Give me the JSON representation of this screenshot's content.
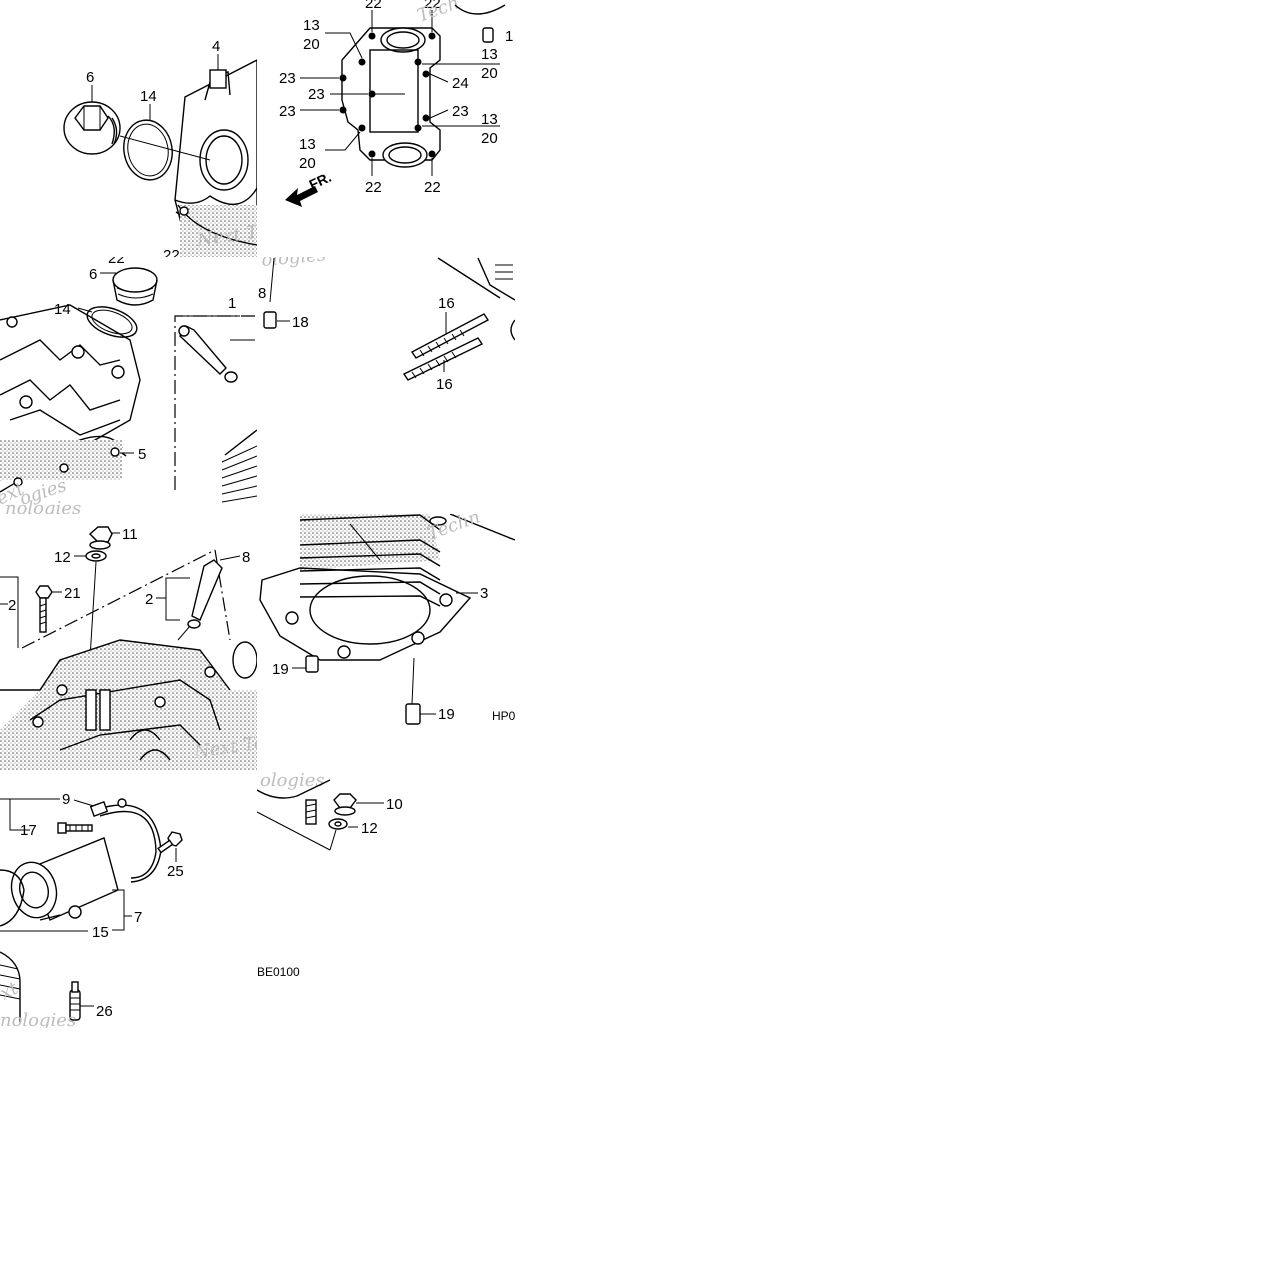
{
  "diagram": {
    "callouts": {
      "c1": "1",
      "c2a": "2",
      "c2b": "2",
      "c3": "3",
      "c4": "4",
      "c5": "5",
      "c6a": "6",
      "c6b": "6",
      "c7": "7",
      "c8a": "8",
      "c8b": "8",
      "c9": "9",
      "c10": "10",
      "c11": "11",
      "c12a": "12",
      "c12b": "12",
      "c13a": "13",
      "c13b": "13",
      "c13c": "13",
      "c13d": "13",
      "c14a": "14",
      "c14b": "14",
      "c15": "15",
      "c16a": "16",
      "c16b": "16",
      "c17": "17",
      "c18": "18",
      "c19a": "19",
      "c19b": "19",
      "c20a": "20",
      "c20b": "20",
      "c20c": "20",
      "c20d": "20",
      "c21": "21",
      "c22a": "22",
      "c22b": "22",
      "c22c": "22",
      "c22d": "22",
      "c22e": "22",
      "c22f": "22",
      "c23a": "23",
      "c23b": "23",
      "c23c": "23",
      "c23d": "23",
      "c24": "24",
      "c25": "25",
      "c26": "26",
      "c1edge": "1"
    },
    "front_marker": "FR.",
    "codes": {
      "hp": "HP0",
      "be": "BE0100"
    },
    "watermarks": {
      "w1": "Next Tec",
      "w2": "ologies",
      "w3": "ext",
      "w4": "ogies",
      "w5": "nologies",
      "w6": "Tech",
      "w7": "Next Te",
      "w8": "ologies",
      "w9": "xt",
      "w10": "nologies",
      "w11": "Techn"
    }
  }
}
